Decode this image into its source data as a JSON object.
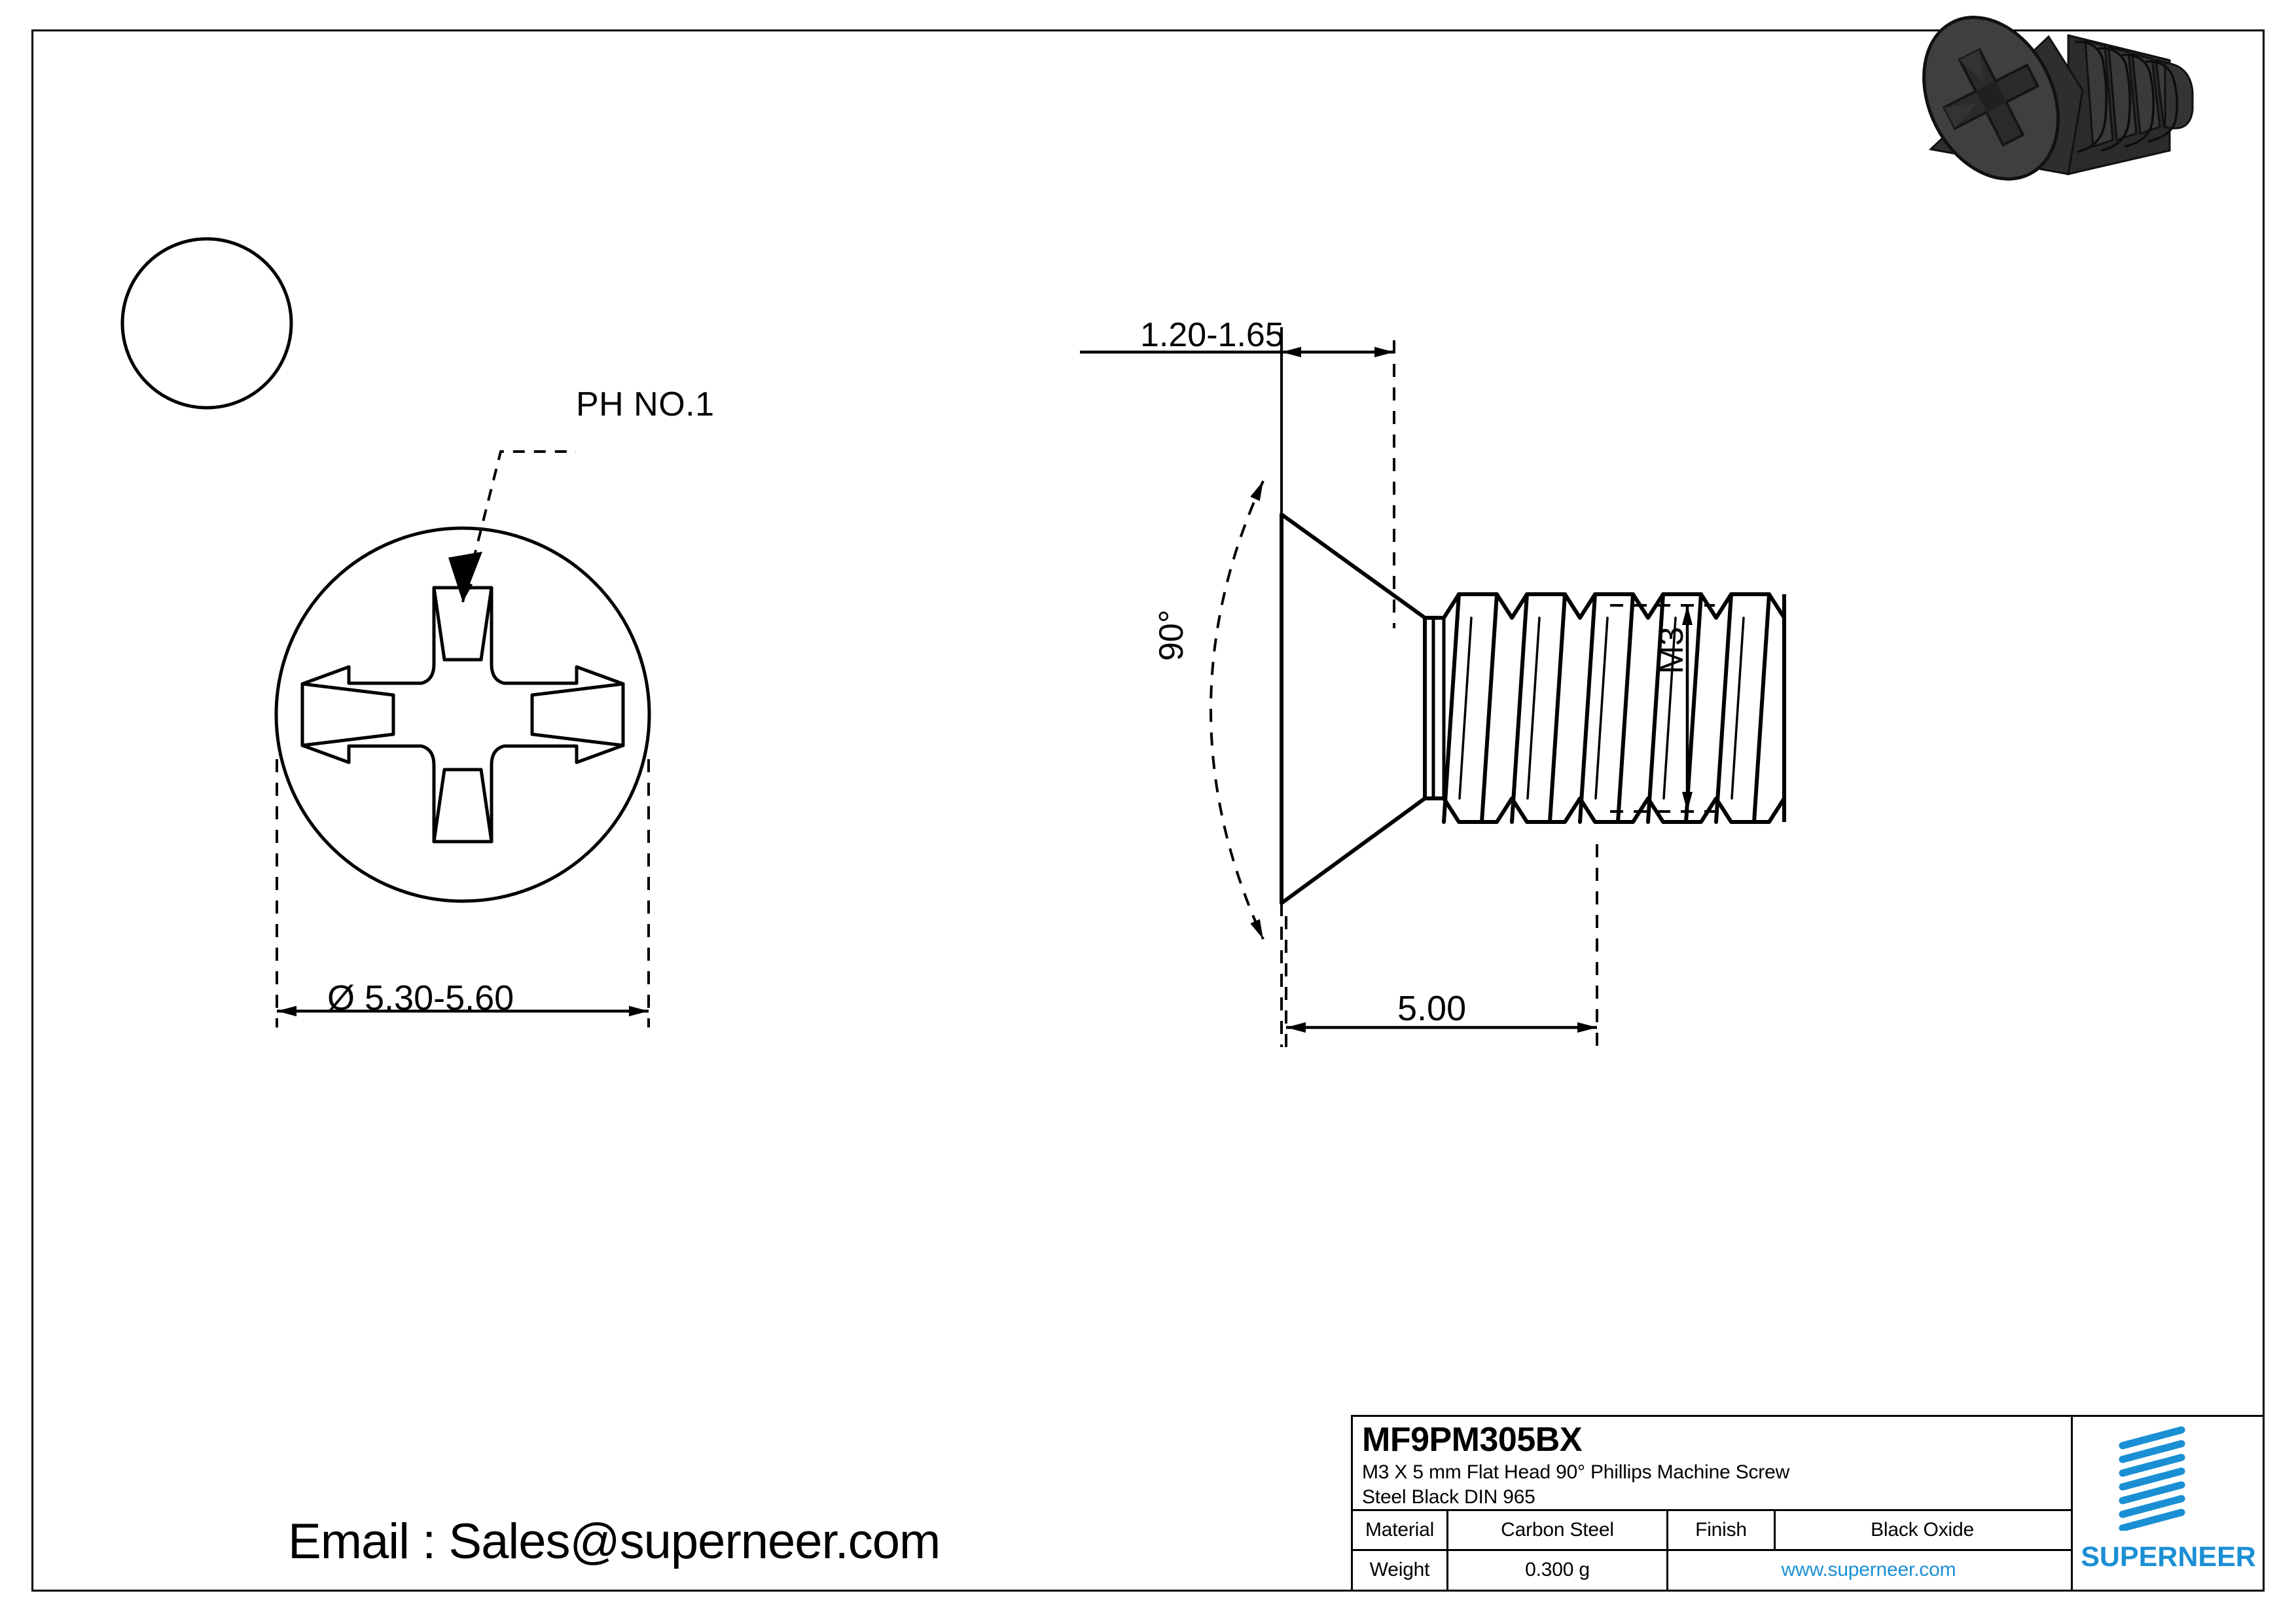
{
  "sheet": {
    "title": "MF9PM305BX",
    "frame": true
  },
  "views": {
    "top_view": {
      "name": "top-view-circle",
      "drive_callout": "PH NO.1",
      "diameter_dimension": "Ø 5.30-5.60"
    },
    "side_view": {
      "name": "side-view-profile",
      "head_thickness": "1.20-1.65",
      "head_angle": "90°",
      "thread_size": "M3",
      "length": "5.00"
    }
  },
  "contact": {
    "email_label": "Email : Sales@superneer.com"
  },
  "title_block": {
    "part_number": "MF9PM305BX",
    "description_line1": "M3 X 5 mm  Flat Head 90° Phillips Machine Screw",
    "description_line2": "Steel Black DIN 965",
    "material_label": "Material",
    "material_value": "Carbon Steel",
    "finish_label": "Finish",
    "finish_value": "Black Oxide",
    "weight_label": "Weight",
    "weight_value": "0.300 g",
    "website": "www.superneer.com"
  },
  "brand": {
    "wordmark": "SUPERNEER",
    "accent_color": "#1B8FD4",
    "logo_icon": "striped-bars-logo"
  },
  "render": {
    "icon": "flat-head-phillips-screw-3d",
    "body_color": "#3D3D3D",
    "outline_color": "#111111"
  }
}
